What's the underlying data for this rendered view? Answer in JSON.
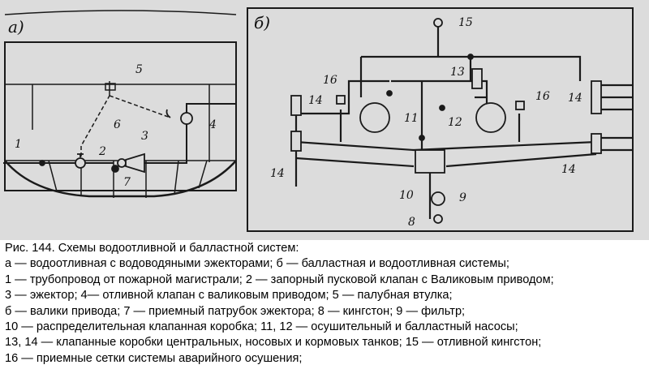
{
  "figure": {
    "panel_a": "а)",
    "panel_b": "б)",
    "labels_a": [
      "1",
      "2",
      "3",
      "4",
      "5",
      "6",
      "7"
    ],
    "labels_b": [
      "8",
      "9",
      "10",
      "11",
      "12",
      "13",
      "14",
      "14",
      "14",
      "14",
      "15",
      "16",
      "16"
    ]
  },
  "caption": {
    "lines": [
      "Рис. 144. Схемы водоотливной и балластной систем:",
      "а — водоотливная с водоводяными эжекторами; б — балластная и водоотливная системы;",
      "1 — трубопровод от пожарной магистрали; 2 — запорный пусковой клапан с Валиковым приводом;",
      "3 — эжектор; 4— отливной клапан с валиковым приводом; 5 — палубная втулка;",
      "б — валики привода; 7 — приемный патрубок эжектора; 8 — кингстон; 9 — фильтр;",
      "10 — распределительная клапанная коробка; 11, 12 — осушительный и балластный насосы;",
      "13, 14 — клапанные коробки центральных, носовых и кормовых танков; 15 — отливной кингстон;",
      "16 — приемные сетки системы аварийного осушения;"
    ]
  }
}
